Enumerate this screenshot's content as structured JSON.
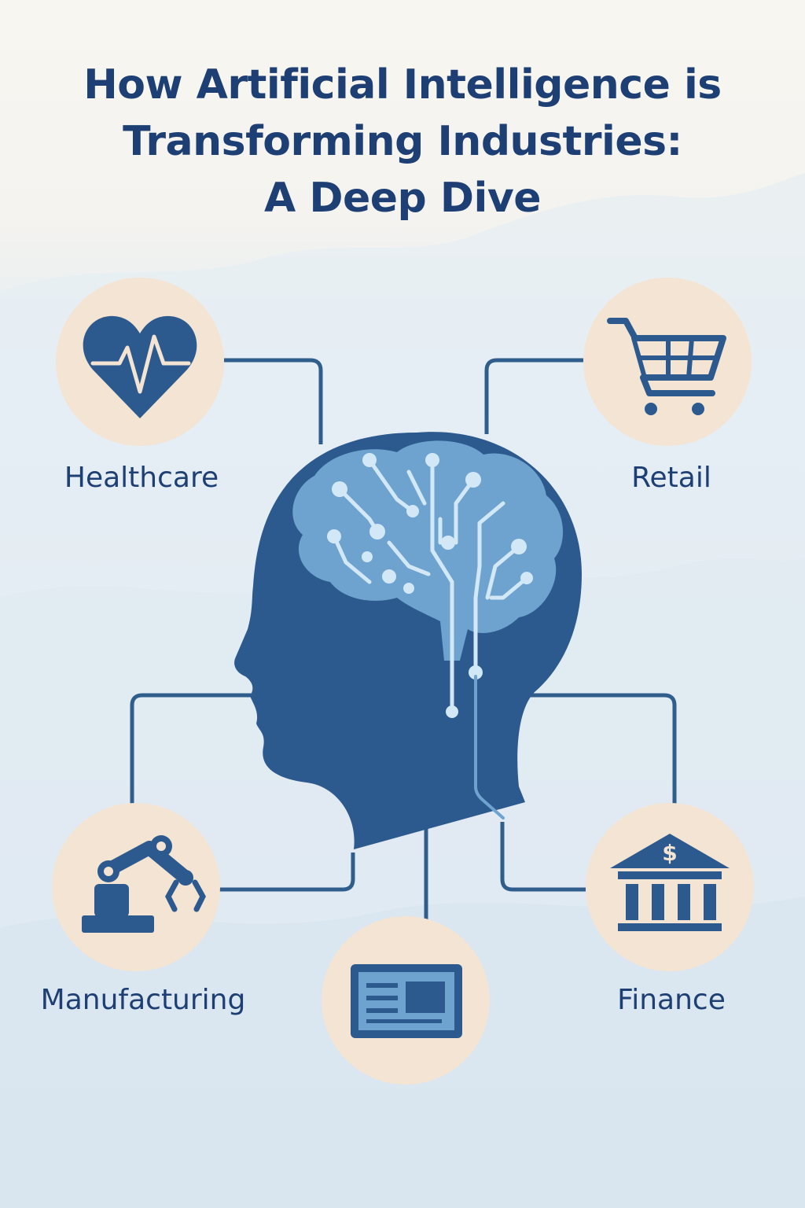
{
  "title": {
    "line1": "How Artificial Intelligence is",
    "line2": "Transforming Industries:",
    "line3": "A Deep Dive"
  },
  "colors": {
    "title": "#1d3f74",
    "head": "#2c5a8e",
    "brain": "#6ea3cf",
    "circuit": "#d3e8f7",
    "icon": "#2c5a8e",
    "circle": "#f3e4d3",
    "connector": "#2f5d8c"
  },
  "nodes": [
    {
      "id": "healthcare",
      "label": "Healthcare",
      "icon": "heart-pulse-icon"
    },
    {
      "id": "retail",
      "label": "Retail",
      "icon": "shopping-cart-icon"
    },
    {
      "id": "manufacturing",
      "label": "Manufacturing",
      "icon": "robot-arm-icon"
    },
    {
      "id": "media",
      "label": "",
      "icon": "document-screen-icon"
    },
    {
      "id": "finance",
      "label": "Finance",
      "icon": "bank-icon"
    }
  ]
}
